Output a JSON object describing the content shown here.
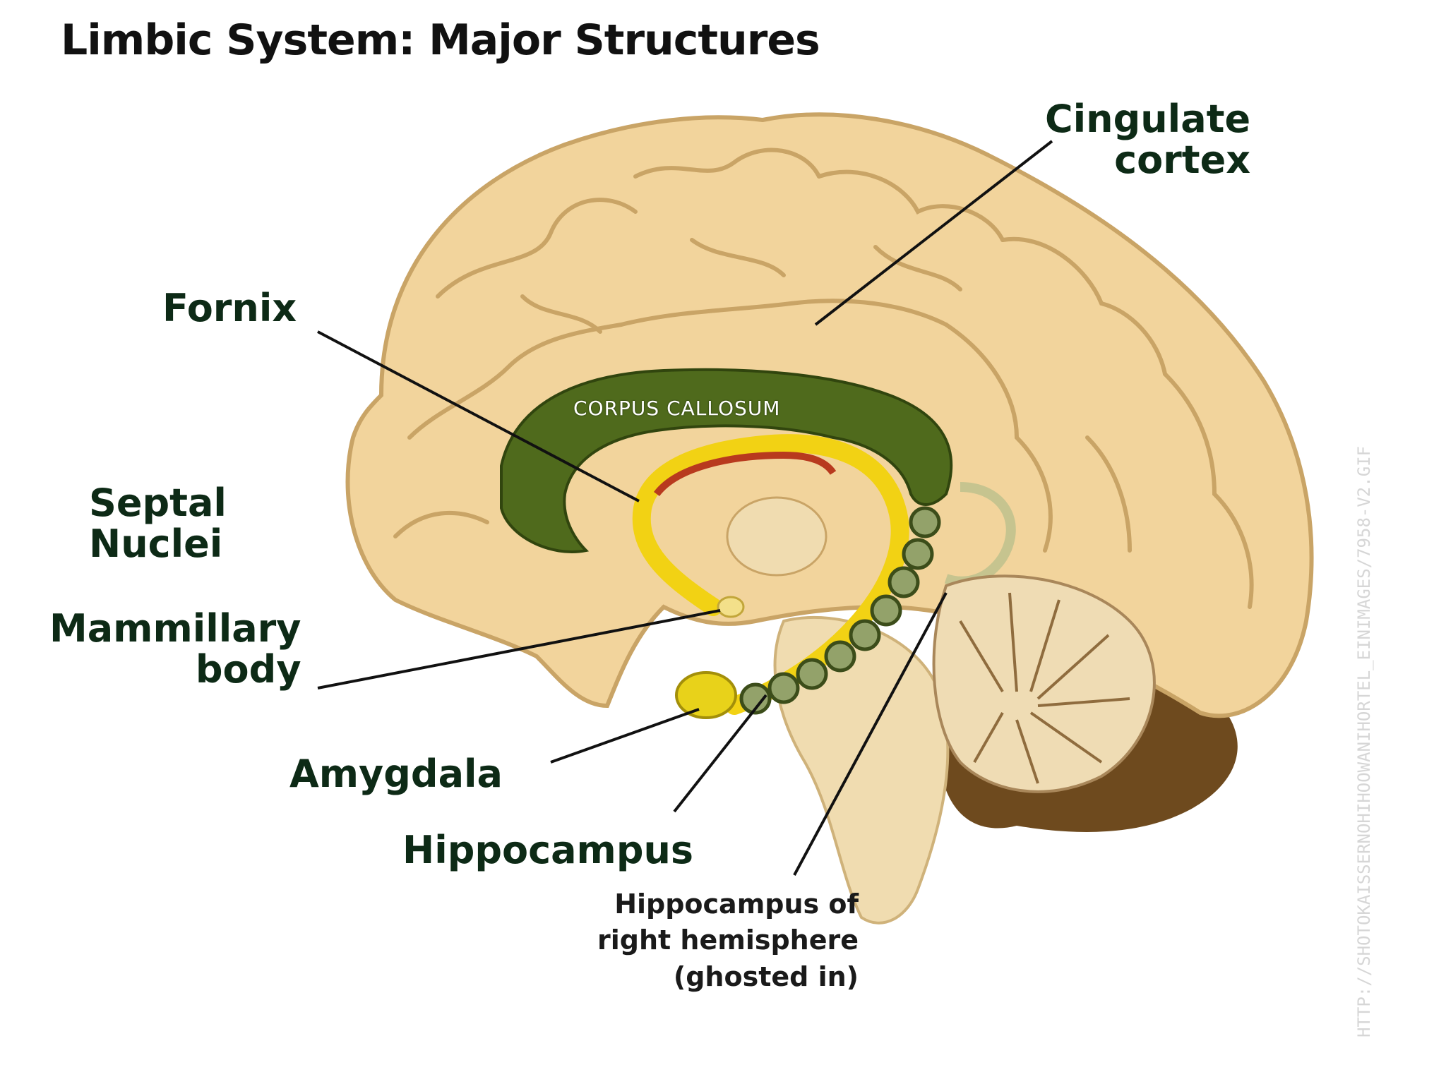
{
  "title": "Limbic System: Major Structures",
  "labels": {
    "cingulate_cortex": [
      "Cingulate",
      "cortex"
    ],
    "fornix": "Fornix",
    "corpus_callosum": "CORPUS CALLOSUM",
    "septal_nuclei": [
      "Septal",
      "Nuclei"
    ],
    "mammillary_body": [
      "Mammillary",
      "body"
    ],
    "amygdala": "Amygdala",
    "hippocampus": "Hippocampus",
    "hippocampus_right": [
      "Hippocampus of",
      "right hemisphere",
      "(ghosted in)"
    ]
  },
  "watermark": "HTTP://SHOTOKAISSERNOHIHOOWANIHORTEL_EINIMAGES/7958-V2.GIF",
  "colors": {
    "brain": "#f2d49c",
    "brain_outline": "#c9a466",
    "corpus_callosum": "#4f6a1c",
    "fornix": "#f2d214",
    "amygdala": "#e8d21a",
    "cerebellum": "#efdcb4",
    "brainstem": "#f0dcb0",
    "cerebellum_dark": "#6e4a1e",
    "label_text": "#0d2a16"
  }
}
